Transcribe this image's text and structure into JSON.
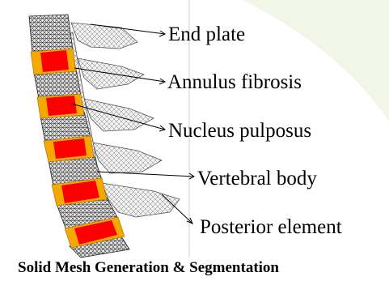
{
  "labels": {
    "end_plate": "End plate",
    "annulus_fibrosis": "Annulus  fibrosis",
    "nucleus_pulposus": "Nucleus  pulposus",
    "vertebral_body": "Vertebral  body",
    "posterior_element": "Posterior  element"
  },
  "caption": "Solid Mesh Generation & Segmentation",
  "colors": {
    "mesh": "#3a3a3a",
    "mesh_light": "#8a8a8a",
    "nucleus": "#ff0000",
    "annulus": "#f5a800",
    "background_accent": "#f2f6e6"
  }
}
